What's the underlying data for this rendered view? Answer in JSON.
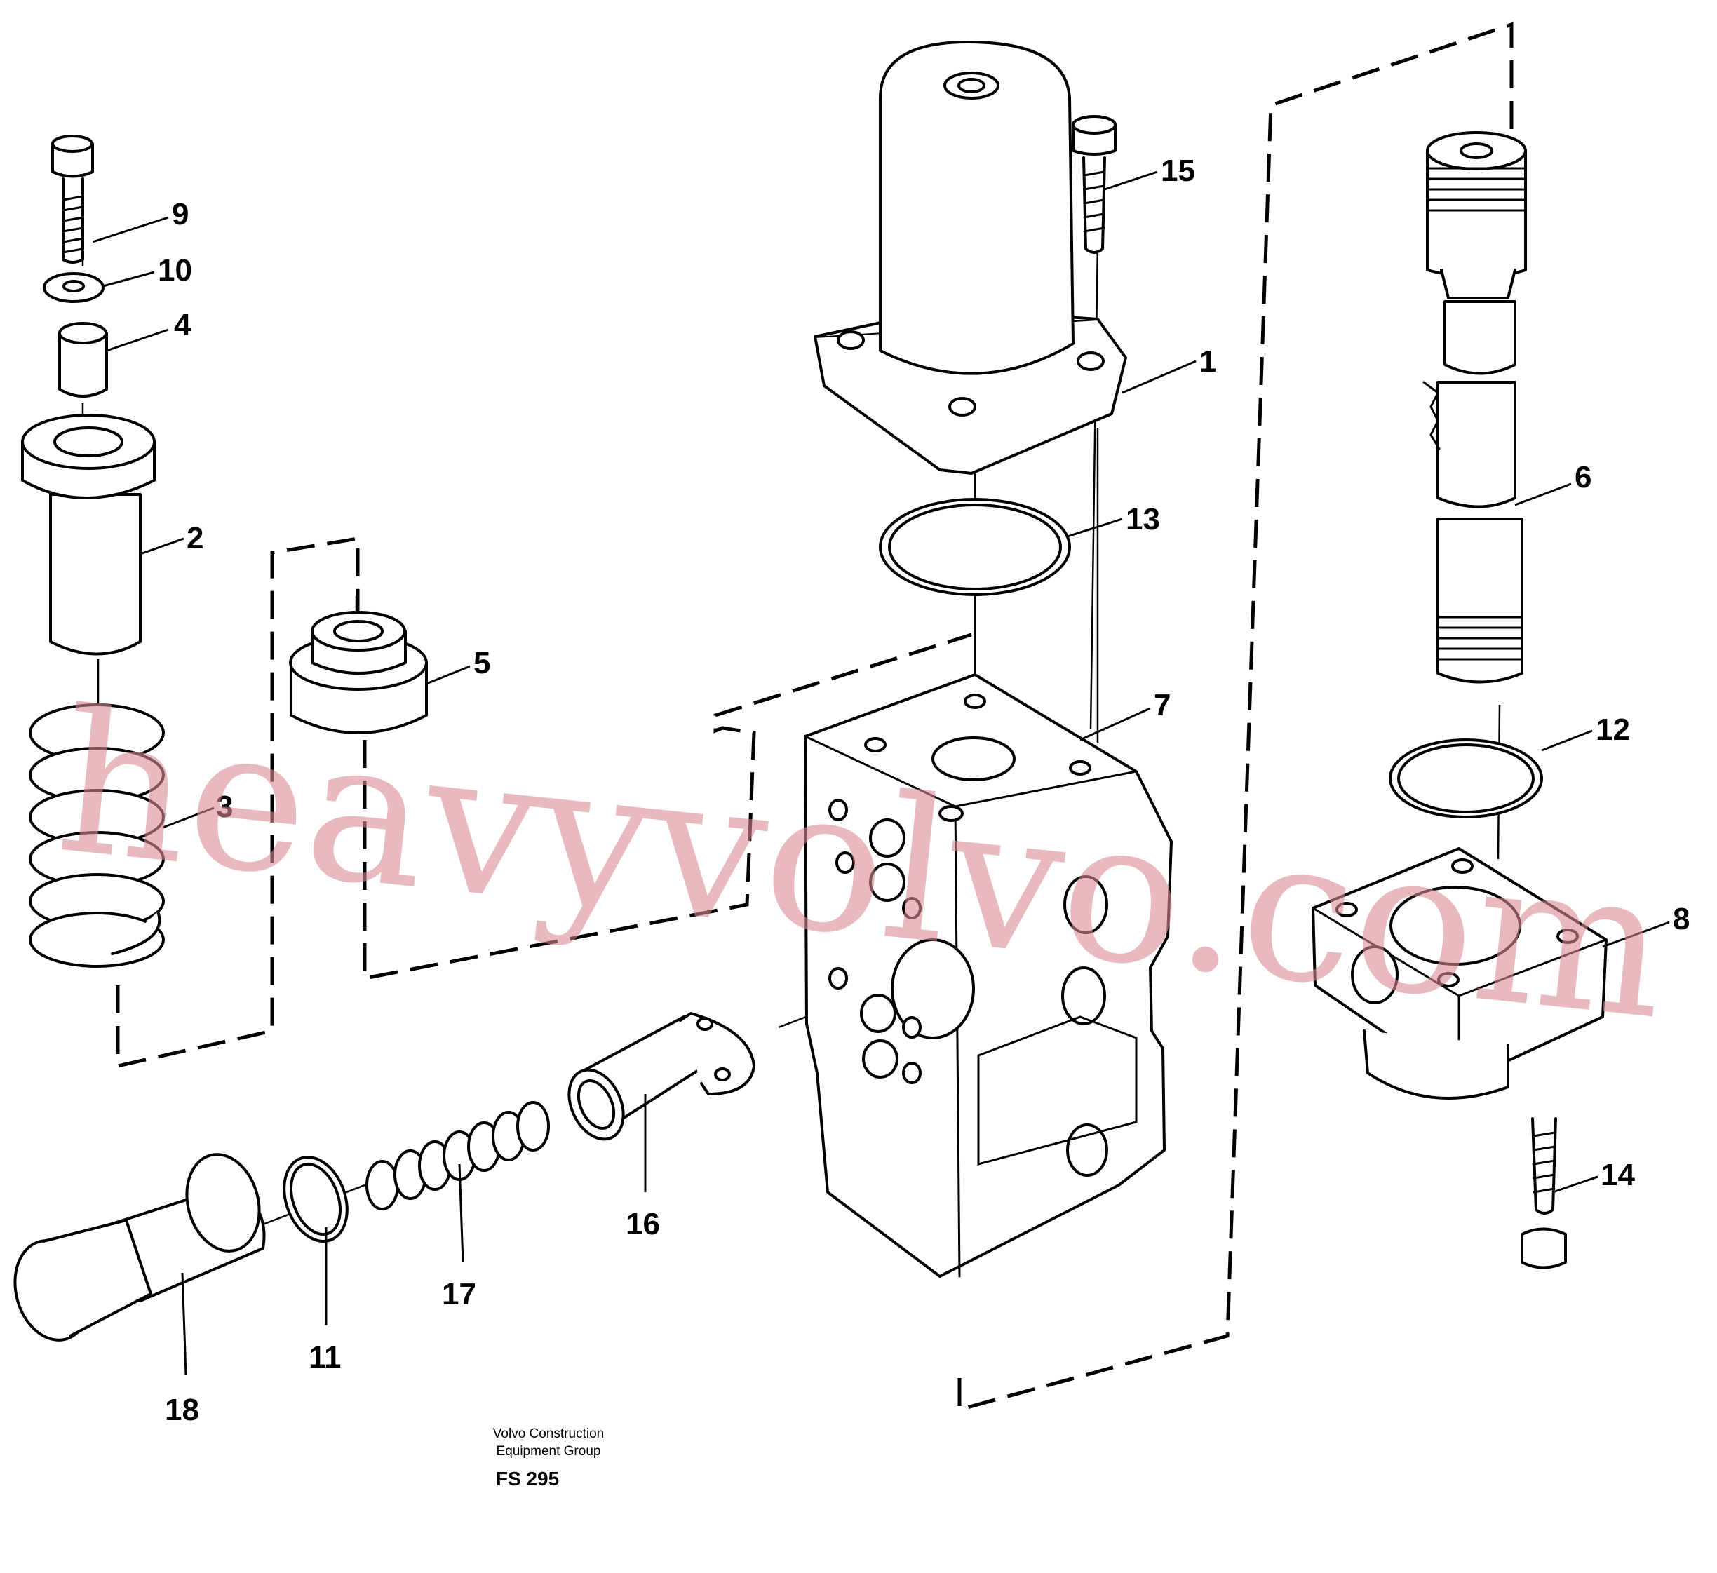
{
  "callouts": [
    {
      "id": "1",
      "label": "1"
    },
    {
      "id": "2",
      "label": "2"
    },
    {
      "id": "3",
      "label": "3"
    },
    {
      "id": "4",
      "label": "4"
    },
    {
      "id": "5",
      "label": "5"
    },
    {
      "id": "6",
      "label": "6"
    },
    {
      "id": "7",
      "label": "7"
    },
    {
      "id": "8",
      "label": "8"
    },
    {
      "id": "9",
      "label": "9"
    },
    {
      "id": "10",
      "label": "10"
    },
    {
      "id": "11",
      "label": "11"
    },
    {
      "id": "12",
      "label": "12"
    },
    {
      "id": "13",
      "label": "13"
    },
    {
      "id": "14",
      "label": "14"
    },
    {
      "id": "15",
      "label": "15"
    },
    {
      "id": "16",
      "label": "16"
    },
    {
      "id": "17",
      "label": "17"
    },
    {
      "id": "18",
      "label": "18"
    }
  ],
  "caption": {
    "line1": "Volvo Construction",
    "line2": "Equipment Group",
    "code": "FS 295"
  },
  "watermark": "heavyvolvo.com",
  "colors": {
    "line": "#000000",
    "background": "#ffffff",
    "watermark": "#d98b95"
  }
}
